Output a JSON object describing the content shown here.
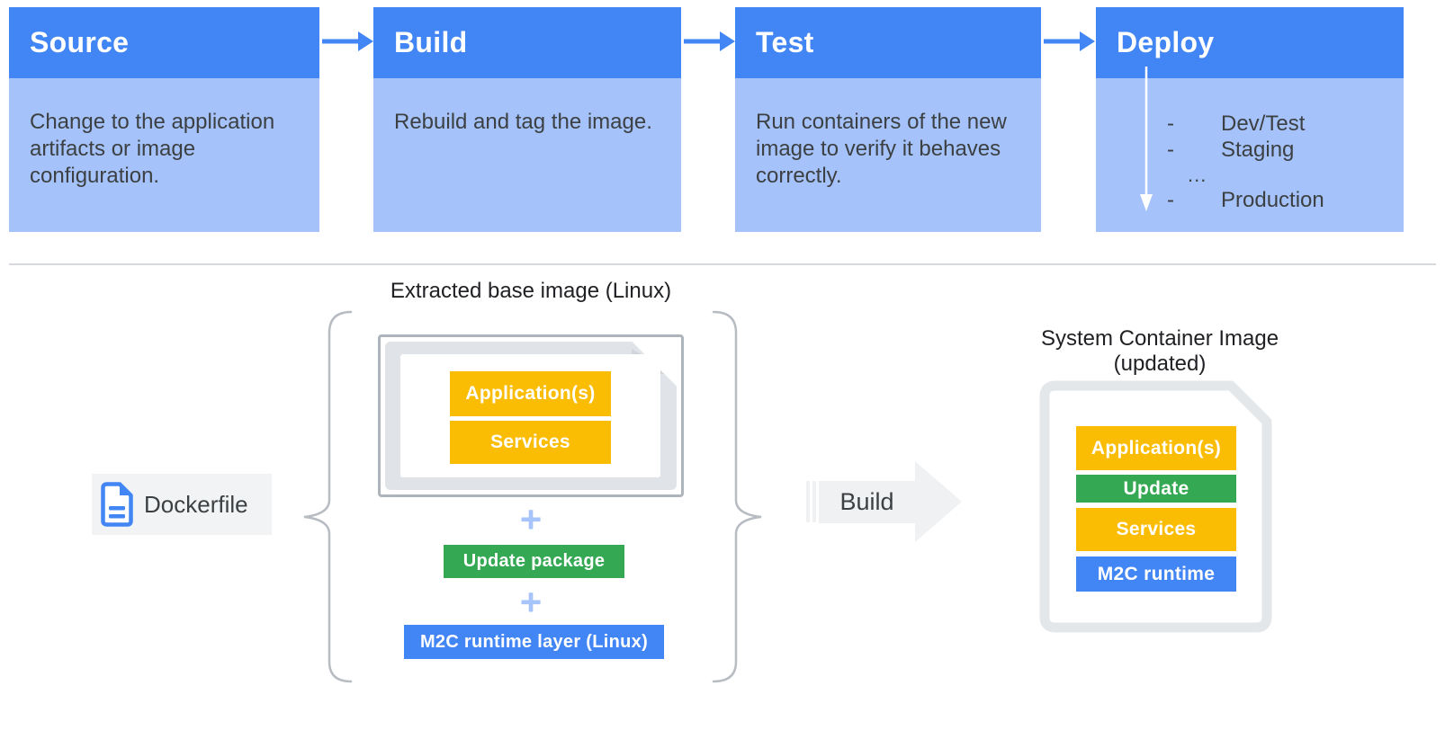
{
  "pipeline": {
    "stages": [
      {
        "title": "Source",
        "description": "Change to the application artifacts or image configuration."
      },
      {
        "title": "Build",
        "description": "Rebuild and tag the image."
      },
      {
        "title": "Test",
        "description": "Run containers of the new image to verify it behaves correctly."
      },
      {
        "title": "Deploy",
        "bullet": "-",
        "ellipsis": "...",
        "targets": [
          "Dev/Test",
          "Staging",
          "Production"
        ]
      }
    ]
  },
  "lower": {
    "dockerfile_label": "Dockerfile",
    "extracted_image": {
      "title": "Extracted base image (Linux)",
      "layers": [
        "Application(s)",
        "Services"
      ],
      "plus": "+",
      "update_package": "Update package",
      "runtime_layer": "M2C runtime layer (Linux)"
    },
    "build_label": "Build",
    "system_image": {
      "title": "System Container Image (updated)",
      "layers": [
        {
          "label": "Application(s)",
          "color": "#FBBC04"
        },
        {
          "label": "Update",
          "color": "#34A853"
        },
        {
          "label": "Services",
          "color": "#FBBC04"
        },
        {
          "label": "M2C runtime",
          "color": "#4285F4"
        }
      ]
    }
  },
  "colors": {
    "stage_header_blue": "#4285F4",
    "stage_body_blue": "#A5C3FA",
    "accent_yellow": "#FBBC04",
    "accent_green": "#34A853",
    "accent_blue": "#4285F4",
    "build_arrow_gray": "#EFF1F3",
    "text_dark": "#3C4043"
  }
}
